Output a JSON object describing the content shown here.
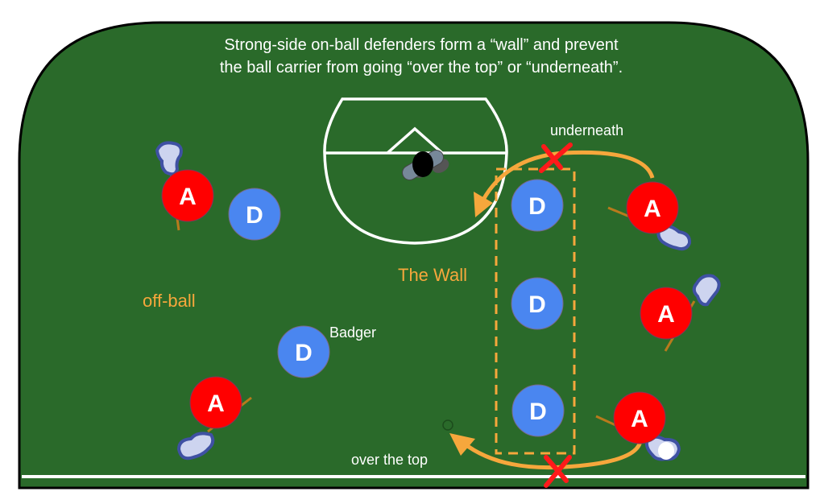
{
  "caption": {
    "line1": "Strong-side on-ball defenders form a “wall” and prevent",
    "line2": "the ball carrier from going “over the top” or “underneath”."
  },
  "labels": {
    "underneath": "underneath",
    "over_the_top": "over the top",
    "the_wall": "The Wall",
    "off_ball": "off-ball",
    "badger": "Badger"
  },
  "players": {
    "attackers": [
      {
        "id": "attacker-top-left",
        "letter": "A"
      },
      {
        "id": "attacker-bottom-left",
        "letter": "A"
      },
      {
        "id": "attacker-top-right",
        "letter": "A"
      },
      {
        "id": "attacker-mid-right",
        "letter": "A"
      },
      {
        "id": "attacker-ball-carrier",
        "letter": "A"
      }
    ],
    "defenders": [
      {
        "id": "defender-off-ball",
        "letter": "D"
      },
      {
        "id": "defender-badger",
        "letter": "D"
      },
      {
        "id": "defender-wall-top",
        "letter": "D"
      },
      {
        "id": "defender-wall-mid",
        "letter": "D"
      },
      {
        "id": "defender-wall-bottom",
        "letter": "D"
      }
    ]
  },
  "colors": {
    "field": "#2a6a2a",
    "field_border": "#000000",
    "lines": "#ffffff",
    "attacker": "#ff0000",
    "defender": "#4a86f0",
    "path": "#f6a73c",
    "blocked_x": "#ff1a1a",
    "stick_head": "#3f51a3",
    "stick_shaft": "#b87a1c",
    "goalie_pad": "#778899",
    "text_white": "#ffffff",
    "text_orange": "#f6a73c"
  }
}
